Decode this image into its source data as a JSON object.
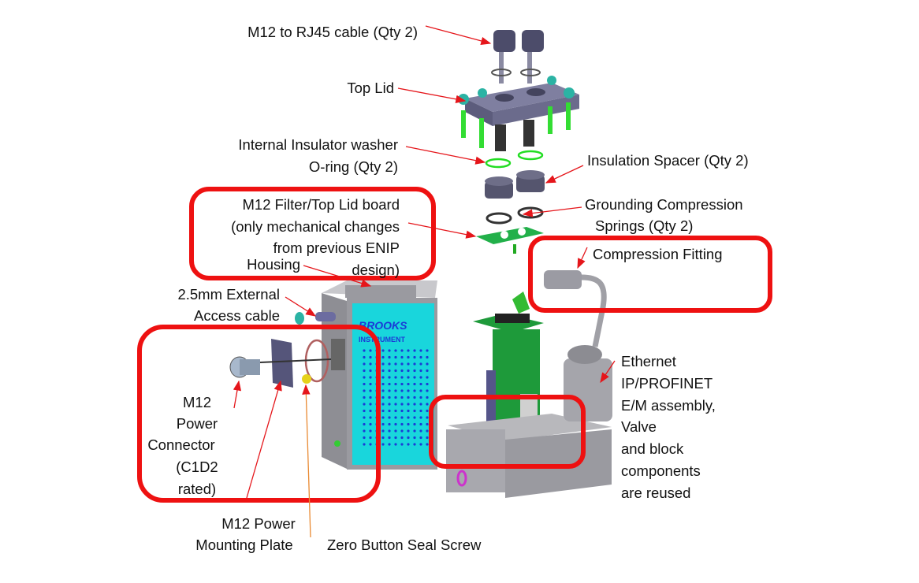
{
  "colors": {
    "callout_box": "#ee1111",
    "arrow": "#e5161b",
    "housing_face": "#19d6dc",
    "pcb": "#1e9a3a",
    "metal": "#a7a7ad",
    "lid": "#6b6b8c"
  },
  "labels": {
    "m12_rj45": "M12 to RJ45 cable (Qty 2)",
    "top_lid": "Top Lid",
    "washer": [
      "Internal Insulator washer",
      "O-ring (Qty 2)"
    ],
    "spacer": "Insulation Spacer (Qty 2)",
    "filter_board": [
      "M12 Filter/Top Lid board",
      "(only mechanical changes",
      "from previous ENIP",
      "design)"
    ],
    "springs": [
      "Grounding Compression",
      "Springs (Qty 2)"
    ],
    "compression_fitting": "Compression Fitting",
    "housing": "Housing",
    "access_cable": [
      "2.5mm External",
      "Access cable"
    ],
    "power_connector": [
      "M12",
      "Power",
      "Connector",
      "(C1D2",
      "rated)"
    ],
    "ethernet": [
      "Ethernet",
      "IP/PROFINET",
      "E/M assembly,",
      "Valve",
      "and block",
      "components",
      "are reused"
    ],
    "mounting_plate": [
      "M12 Power",
      "Mounting Plate"
    ],
    "zero_button": "Zero Button Seal Screw"
  },
  "housing_logo": [
    "BROOKS",
    "INSTRUMENT"
  ]
}
